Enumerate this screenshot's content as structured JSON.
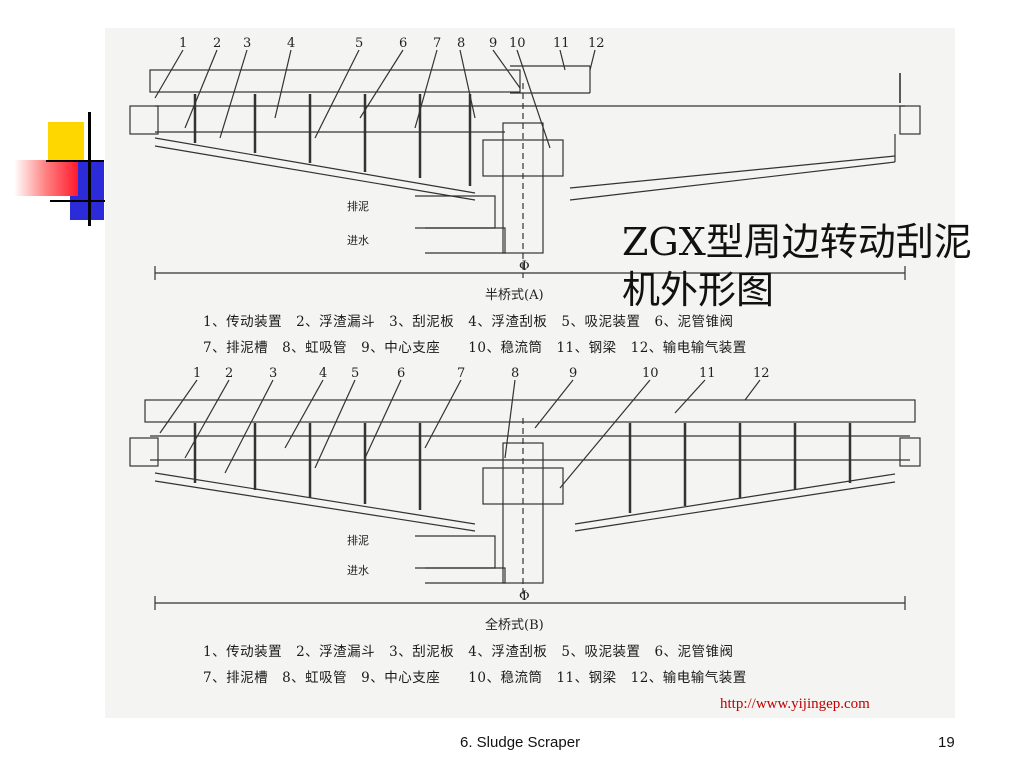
{
  "slide": {
    "title": "ZGX型周边转动刮泥机外形图",
    "url": "http://www.yijingep.com",
    "footer": "6. Sludge Scraper",
    "page_number": "19"
  },
  "diagram_a": {
    "caption": "半桥式(A)",
    "callouts": [
      "1",
      "2",
      "3",
      "4",
      "5",
      "6",
      "7",
      "8",
      "9",
      "10",
      "11",
      "12"
    ],
    "outlet_label": "排泥",
    "inlet_label": "进水",
    "axis_symbol": "Φ",
    "legend_line1": "1、传动装置　2、浮渣漏斗　3、刮泥板　4、浮渣刮板　5、吸泥装置　6、泥管锥阀",
    "legend_line2": "7、排泥槽　8、虹吸管　9、中心支座　　10、稳流筒　11、钢梁　12、输电输气装置"
  },
  "diagram_b": {
    "caption": "全桥式(B)",
    "callouts": [
      "1",
      "2",
      "3",
      "4",
      "5",
      "6",
      "7",
      "8",
      "9",
      "10",
      "11",
      "12"
    ],
    "outlet_label": "排泥",
    "inlet_label": "进水",
    "axis_symbol": "Φ",
    "legend_line1": "1、传动装置　2、浮渣漏斗　3、刮泥板　4、浮渣刮板　5、吸泥装置　6、泥管锥阀",
    "legend_line2": "7、排泥槽　8、虹吸管　9、中心支座　　10、稳流筒　11、钢梁　12、输电输气装置"
  },
  "colors": {
    "deco_yellow": "#ffd700",
    "deco_blue": "#2b2bd9",
    "deco_red": "#ff3344",
    "url_red": "#c00000"
  }
}
